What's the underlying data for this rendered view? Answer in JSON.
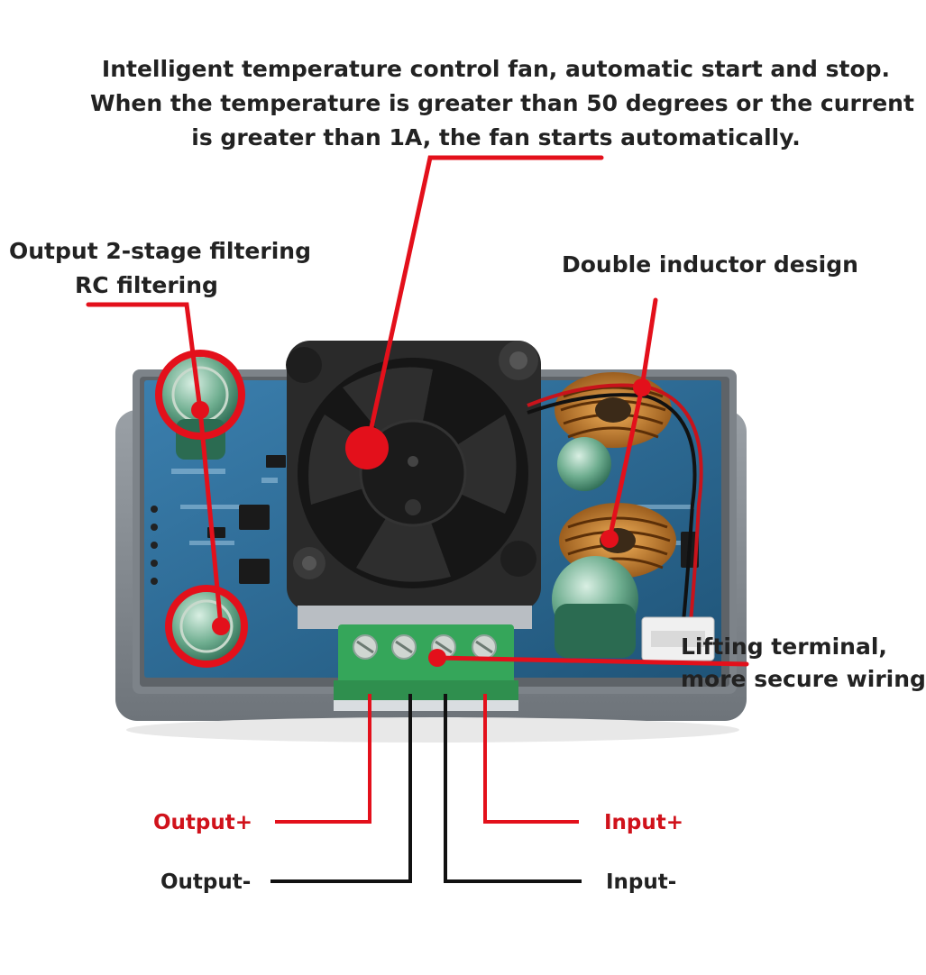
{
  "annotations": {
    "fan_note": [
      "Intelligent temperature control fan, automatic start and stop.",
      "When the temperature is greater than 50 degrees or the current",
      "is greater than 1A, the fan starts automatically."
    ],
    "filter_note": [
      "Output 2-stage filtering",
      "RC filtering"
    ],
    "inductor_note": "Double inductor design",
    "terminal_note": [
      "Lifting terminal,",
      "more secure wiring"
    ]
  },
  "wiring": {
    "output_plus": "Output+",
    "output_minus": "Output-",
    "input_plus": "Input+",
    "input_minus": "Input-"
  },
  "colors": {
    "callout_red": "#e3101b",
    "label_red": "#d0121b",
    "wire_black": "#111111",
    "pcb_blue": "#2f6f9a",
    "terminal_green": "#35a65a"
  }
}
